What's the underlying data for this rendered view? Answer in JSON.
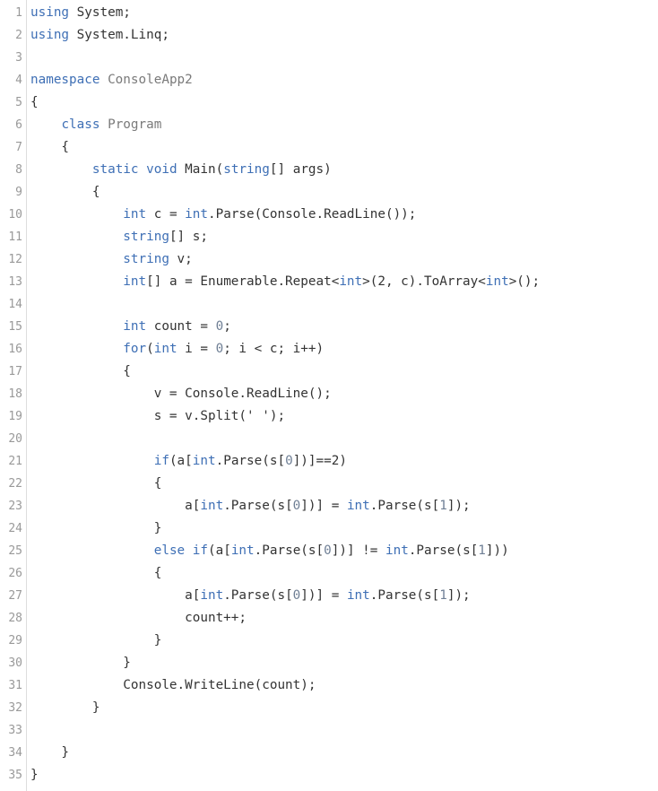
{
  "editor": {
    "language": "csharp",
    "colors": {
      "keyword": "#3e6fb5",
      "type_name": "#7a7a7a",
      "number": "#6f7f95",
      "plain": "#333333",
      "line_number": "#999999"
    },
    "lines": [
      {
        "n": "1",
        "tokens": [
          {
            "t": "using",
            "k": "kw"
          },
          {
            "t": " System;",
            "k": "pl"
          }
        ]
      },
      {
        "n": "2",
        "tokens": [
          {
            "t": "using",
            "k": "kw"
          },
          {
            "t": " System.Linq;",
            "k": "pl"
          }
        ]
      },
      {
        "n": "3",
        "tokens": []
      },
      {
        "n": "4",
        "tokens": [
          {
            "t": "namespace",
            "k": "kw"
          },
          {
            "t": " ",
            "k": "pl"
          },
          {
            "t": "ConsoleApp2",
            "k": "ty"
          }
        ]
      },
      {
        "n": "5",
        "tokens": [
          {
            "t": "{",
            "k": "pl"
          }
        ]
      },
      {
        "n": "6",
        "tokens": [
          {
            "t": "    ",
            "k": "pl"
          },
          {
            "t": "class",
            "k": "kw"
          },
          {
            "t": " ",
            "k": "pl"
          },
          {
            "t": "Program",
            "k": "ty"
          }
        ]
      },
      {
        "n": "7",
        "tokens": [
          {
            "t": "    {",
            "k": "pl"
          }
        ]
      },
      {
        "n": "8",
        "tokens": [
          {
            "t": "        ",
            "k": "pl"
          },
          {
            "t": "static",
            "k": "kw"
          },
          {
            "t": " ",
            "k": "pl"
          },
          {
            "t": "void",
            "k": "kw"
          },
          {
            "t": " Main(",
            "k": "pl"
          },
          {
            "t": "string",
            "k": "kw"
          },
          {
            "t": "[] args)",
            "k": "pl"
          }
        ]
      },
      {
        "n": "9",
        "tokens": [
          {
            "t": "        {",
            "k": "pl"
          }
        ]
      },
      {
        "n": "10",
        "tokens": [
          {
            "t": "            ",
            "k": "pl"
          },
          {
            "t": "int",
            "k": "kw"
          },
          {
            "t": " c = ",
            "k": "pl"
          },
          {
            "t": "int",
            "k": "kw"
          },
          {
            "t": ".Parse(Console.ReadLine());",
            "k": "pl"
          }
        ]
      },
      {
        "n": "11",
        "tokens": [
          {
            "t": "            ",
            "k": "pl"
          },
          {
            "t": "string",
            "k": "kw"
          },
          {
            "t": "[] s;",
            "k": "pl"
          }
        ]
      },
      {
        "n": "12",
        "tokens": [
          {
            "t": "            ",
            "k": "pl"
          },
          {
            "t": "string",
            "k": "kw"
          },
          {
            "t": " v;",
            "k": "pl"
          }
        ]
      },
      {
        "n": "13",
        "tokens": [
          {
            "t": "            ",
            "k": "pl"
          },
          {
            "t": "int",
            "k": "kw"
          },
          {
            "t": "[] a = Enumerable.Repeat<",
            "k": "pl"
          },
          {
            "t": "int",
            "k": "kw"
          },
          {
            "t": ">(2, c).ToArray<",
            "k": "pl"
          },
          {
            "t": "int",
            "k": "kw"
          },
          {
            "t": ">();",
            "k": "pl"
          }
        ]
      },
      {
        "n": "14",
        "tokens": []
      },
      {
        "n": "15",
        "tokens": [
          {
            "t": "            ",
            "k": "pl"
          },
          {
            "t": "int",
            "k": "kw"
          },
          {
            "t": " count = ",
            "k": "pl"
          },
          {
            "t": "0",
            "k": "nm"
          },
          {
            "t": ";",
            "k": "pl"
          }
        ]
      },
      {
        "n": "16",
        "tokens": [
          {
            "t": "            ",
            "k": "pl"
          },
          {
            "t": "for",
            "k": "kw"
          },
          {
            "t": "(",
            "k": "pl"
          },
          {
            "t": "int",
            "k": "kw"
          },
          {
            "t": " i = ",
            "k": "pl"
          },
          {
            "t": "0",
            "k": "nm"
          },
          {
            "t": "; i < c; i++)",
            "k": "pl"
          }
        ]
      },
      {
        "n": "17",
        "tokens": [
          {
            "t": "            {",
            "k": "pl"
          }
        ]
      },
      {
        "n": "18",
        "tokens": [
          {
            "t": "                v = Console.ReadLine();",
            "k": "pl"
          }
        ]
      },
      {
        "n": "19",
        "tokens": [
          {
            "t": "                s = v.Split(' ');",
            "k": "pl"
          }
        ]
      },
      {
        "n": "20",
        "tokens": []
      },
      {
        "n": "21",
        "tokens": [
          {
            "t": "                ",
            "k": "pl"
          },
          {
            "t": "if",
            "k": "kw"
          },
          {
            "t": "(a[",
            "k": "pl"
          },
          {
            "t": "int",
            "k": "kw"
          },
          {
            "t": ".Parse(s[",
            "k": "pl"
          },
          {
            "t": "0",
            "k": "nm"
          },
          {
            "t": "])]==2)",
            "k": "pl"
          }
        ]
      },
      {
        "n": "22",
        "tokens": [
          {
            "t": "                {",
            "k": "pl"
          }
        ]
      },
      {
        "n": "23",
        "tokens": [
          {
            "t": "                    a[",
            "k": "pl"
          },
          {
            "t": "int",
            "k": "kw"
          },
          {
            "t": ".Parse(s[",
            "k": "pl"
          },
          {
            "t": "0",
            "k": "nm"
          },
          {
            "t": "])] = ",
            "k": "pl"
          },
          {
            "t": "int",
            "k": "kw"
          },
          {
            "t": ".Parse(s[",
            "k": "pl"
          },
          {
            "t": "1",
            "k": "nm"
          },
          {
            "t": "]);",
            "k": "pl"
          }
        ]
      },
      {
        "n": "24",
        "tokens": [
          {
            "t": "                }",
            "k": "pl"
          }
        ]
      },
      {
        "n": "25",
        "tokens": [
          {
            "t": "                ",
            "k": "pl"
          },
          {
            "t": "else",
            "k": "kw"
          },
          {
            "t": " ",
            "k": "pl"
          },
          {
            "t": "if",
            "k": "kw"
          },
          {
            "t": "(a[",
            "k": "pl"
          },
          {
            "t": "int",
            "k": "kw"
          },
          {
            "t": ".Parse(s[",
            "k": "pl"
          },
          {
            "t": "0",
            "k": "nm"
          },
          {
            "t": "])] != ",
            "k": "pl"
          },
          {
            "t": "int",
            "k": "kw"
          },
          {
            "t": ".Parse(s[",
            "k": "pl"
          },
          {
            "t": "1",
            "k": "nm"
          },
          {
            "t": "]))",
            "k": "pl"
          }
        ]
      },
      {
        "n": "26",
        "tokens": [
          {
            "t": "                {",
            "k": "pl"
          }
        ]
      },
      {
        "n": "27",
        "tokens": [
          {
            "t": "                    a[",
            "k": "pl"
          },
          {
            "t": "int",
            "k": "kw"
          },
          {
            "t": ".Parse(s[",
            "k": "pl"
          },
          {
            "t": "0",
            "k": "nm"
          },
          {
            "t": "])] = ",
            "k": "pl"
          },
          {
            "t": "int",
            "k": "kw"
          },
          {
            "t": ".Parse(s[",
            "k": "pl"
          },
          {
            "t": "1",
            "k": "nm"
          },
          {
            "t": "]);",
            "k": "pl"
          }
        ]
      },
      {
        "n": "28",
        "tokens": [
          {
            "t": "                    count++;",
            "k": "pl"
          }
        ]
      },
      {
        "n": "29",
        "tokens": [
          {
            "t": "                }",
            "k": "pl"
          }
        ]
      },
      {
        "n": "30",
        "tokens": [
          {
            "t": "            }",
            "k": "pl"
          }
        ]
      },
      {
        "n": "31",
        "tokens": [
          {
            "t": "            Console.WriteLine(count);",
            "k": "pl"
          }
        ]
      },
      {
        "n": "32",
        "tokens": [
          {
            "t": "        }",
            "k": "pl"
          }
        ]
      },
      {
        "n": "33",
        "tokens": []
      },
      {
        "n": "34",
        "tokens": [
          {
            "t": "    }",
            "k": "pl"
          }
        ]
      },
      {
        "n": "35",
        "tokens": [
          {
            "t": "}",
            "k": "pl"
          }
        ]
      }
    ]
  }
}
